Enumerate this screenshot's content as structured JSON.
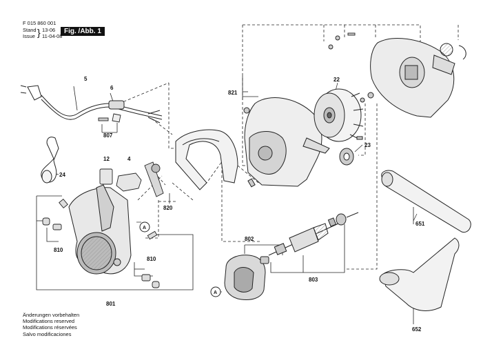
{
  "header": {
    "doc_number": "F 015 860 001",
    "stand_label": "Stand",
    "stand_value": "13-06",
    "issue_label": "Issue",
    "issue_value": "11-04-08",
    "figure_label": "Fig. /Abb. 1"
  },
  "parts": {
    "p5": "5",
    "p6": "6",
    "p807": "807",
    "p821": "821",
    "p22": "22",
    "p23": "23",
    "p24": "24",
    "p12": "12",
    "p4": "4",
    "p820": "820",
    "p651": "651",
    "p810a": "810",
    "p810b": "810",
    "p802": "802",
    "p803": "803",
    "p801": "801",
    "p652": "652",
    "pA1": "A",
    "pA2": "A"
  },
  "footer": {
    "line1": "Änderungen vorbehalten",
    "line2": "Modifications reserved",
    "line3": "Modifications réservées",
    "line4": "Salvo modificaciones"
  }
}
